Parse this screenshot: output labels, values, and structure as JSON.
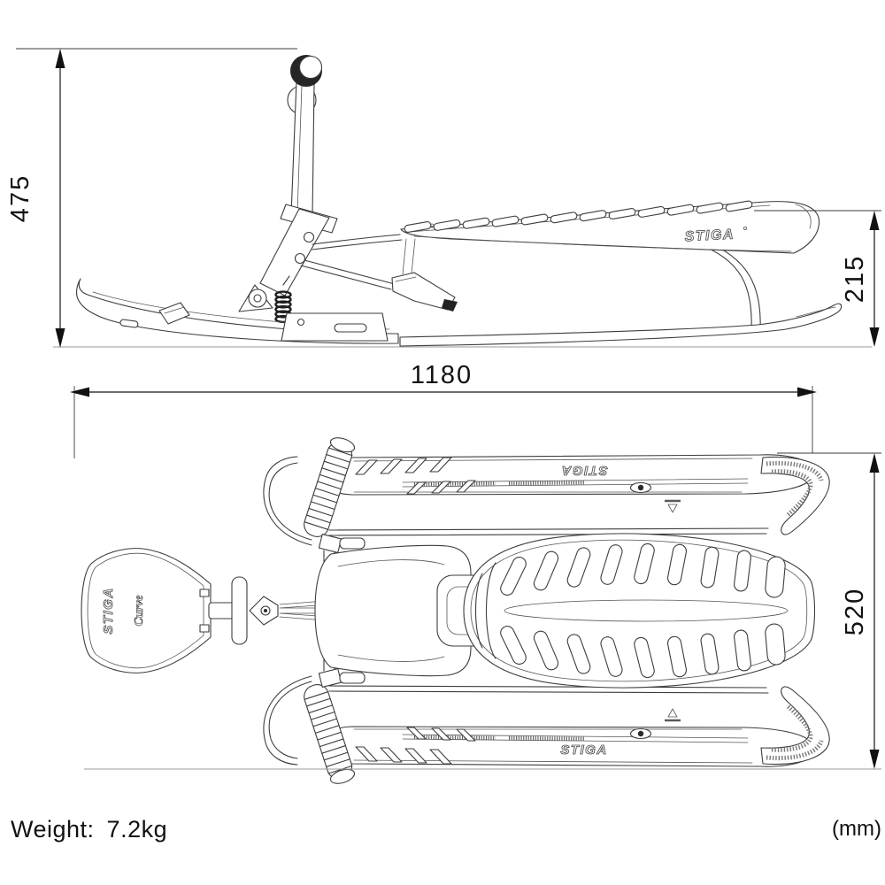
{
  "dimensions": {
    "overall_height": "475",
    "rear_height": "215",
    "overall_length": "1180",
    "overall_width": "520"
  },
  "labels": {
    "weight_label": "Weight:",
    "weight_value": "7.2kg",
    "units": "(mm)"
  },
  "branding": {
    "logo": "STIGA",
    "model_logo": "Curve"
  },
  "colors": {
    "line": "#3d3d3d",
    "dimension": "#141414",
    "background": "#ffffff"
  }
}
